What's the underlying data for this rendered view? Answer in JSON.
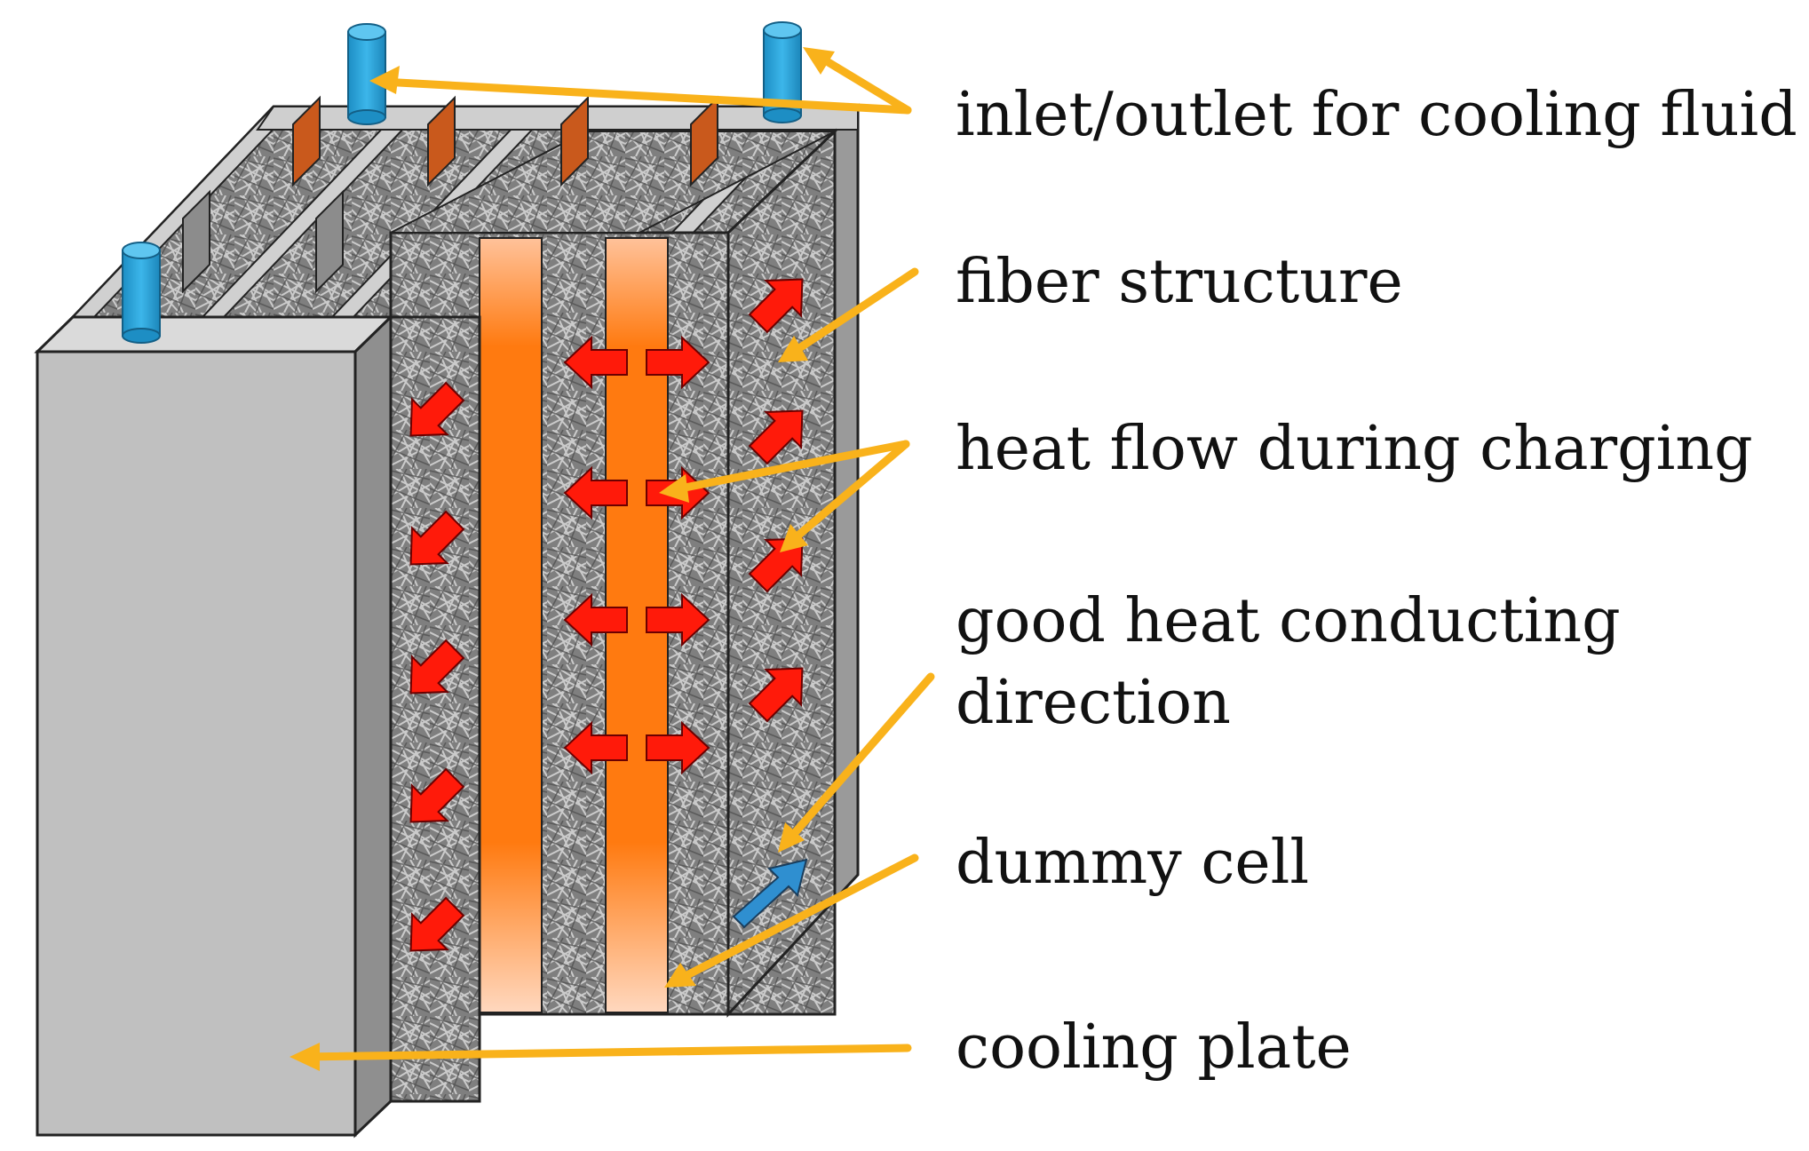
{
  "labels": {
    "inlet_outlet": "inlet/outlet for cooling fluid",
    "fiber_structure": "fiber structure",
    "heat_flow": "heat flow during charging",
    "good_heat_line1": "good heat conducting",
    "good_heat_line2": "direction",
    "dummy_cell": "dummy cell",
    "cooling_plate": "cooling plate"
  },
  "colors": {
    "plate_front": "#c0c0c0",
    "plate_side": "#8f8f8f",
    "plate_top": "#d6d6d6",
    "fiber": "#8a8a8a",
    "cell_orange": "#ff7a10",
    "heat_arrow": "#ff1a0a",
    "pointer_arrow": "#f9b21b",
    "fluid_pipe": "#2ba7df",
    "tab_copper": "#c9591c",
    "tab_gray": "#8c8c8c",
    "blue_arrow": "#2f8fd0"
  },
  "icons": [
    "heat-flow-arrow",
    "pointer-arrow",
    "fluid-pipe",
    "cell-tab",
    "good-heat-direction-arrow"
  ]
}
